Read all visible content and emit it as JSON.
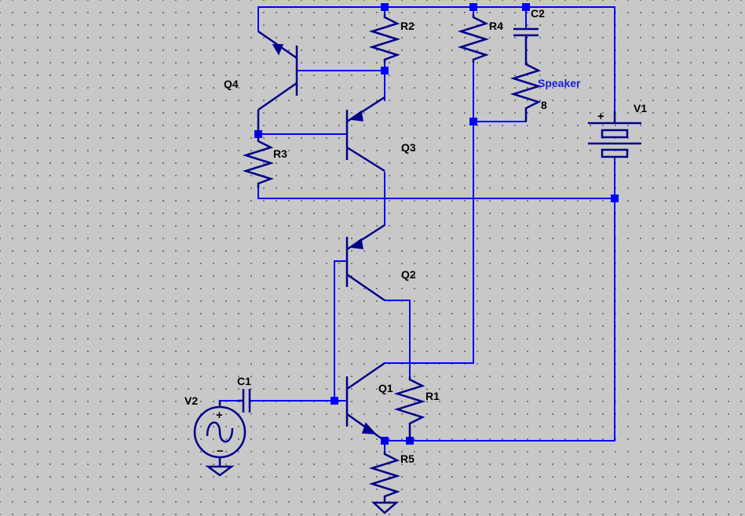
{
  "colors": {
    "wire": "#0000ff",
    "symbol": "#00008b",
    "background": "#c8c8c8",
    "value_label": "#1a1ad8"
  },
  "components": {
    "transistors": [
      {
        "ref": "Q1",
        "type": "npn"
      },
      {
        "ref": "Q2",
        "type": "pnp"
      },
      {
        "ref": "Q3",
        "type": "pnp"
      },
      {
        "ref": "Q4",
        "type": "pnp"
      }
    ],
    "resistors": [
      {
        "ref": "R1"
      },
      {
        "ref": "R2"
      },
      {
        "ref": "R3"
      },
      {
        "ref": "R4"
      },
      {
        "ref": "R5"
      }
    ],
    "capacitors": [
      {
        "ref": "C1"
      },
      {
        "ref": "C2"
      }
    ],
    "speaker": {
      "name": "Speaker",
      "value": "8"
    },
    "sources": [
      {
        "ref": "V1",
        "type": "dc-battery",
        "plus": "+"
      },
      {
        "ref": "V2",
        "type": "ac-sine",
        "plus": "+",
        "minus": "−"
      }
    ]
  }
}
